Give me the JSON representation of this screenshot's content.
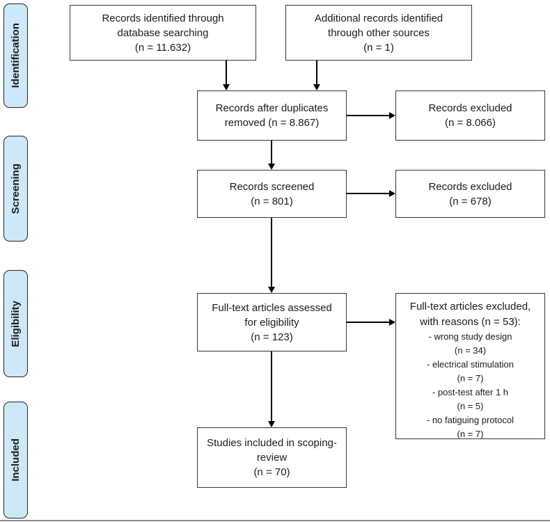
{
  "colors": {
    "stage_fill": "#cfe8f7",
    "stage_border": "#222222",
    "box_border": "#333333",
    "arrow": "#000000",
    "text": "#1a1a1a"
  },
  "stages": [
    {
      "label": "Identification"
    },
    {
      "label": "Screening"
    },
    {
      "label": "Eligibility"
    },
    {
      "label": "Included"
    }
  ],
  "boxes": {
    "database_search": {
      "lines": [
        "Records identified through",
        "database searching",
        "(n = 11.632)"
      ]
    },
    "other_sources": {
      "lines": [
        "Additional records identified",
        "through other sources",
        "(n = 1)"
      ]
    },
    "duplicates_removed": {
      "lines": [
        "Records after duplicates",
        "removed (n = 8.867)"
      ]
    },
    "records_excluded_1": {
      "lines": [
        "Records excluded",
        "(n = 8.066)"
      ]
    },
    "records_screened": {
      "lines": [
        "Records screened",
        "(n = 801)"
      ]
    },
    "records_excluded_2": {
      "lines": [
        "Records excluded",
        "(n = 678)"
      ]
    },
    "fulltext_assessed": {
      "lines": [
        "Full-text articles assessed",
        "for eligibility",
        "(n = 123)"
      ]
    },
    "fulltext_excluded": {
      "heading": [
        "Full-text articles excluded,",
        "with reasons (n = 53):"
      ],
      "reasons": [
        "- wrong study design",
        "(n = 34)",
        "- electrical stimulation",
        "(n = 7)",
        "- post-test after 1 h",
        "(n = 5)",
        "- no fatiguing protocol",
        "(n = 7)"
      ]
    },
    "studies_included": {
      "lines": [
        "Studies included in scoping-",
        "review",
        "(n = 70)"
      ]
    }
  }
}
